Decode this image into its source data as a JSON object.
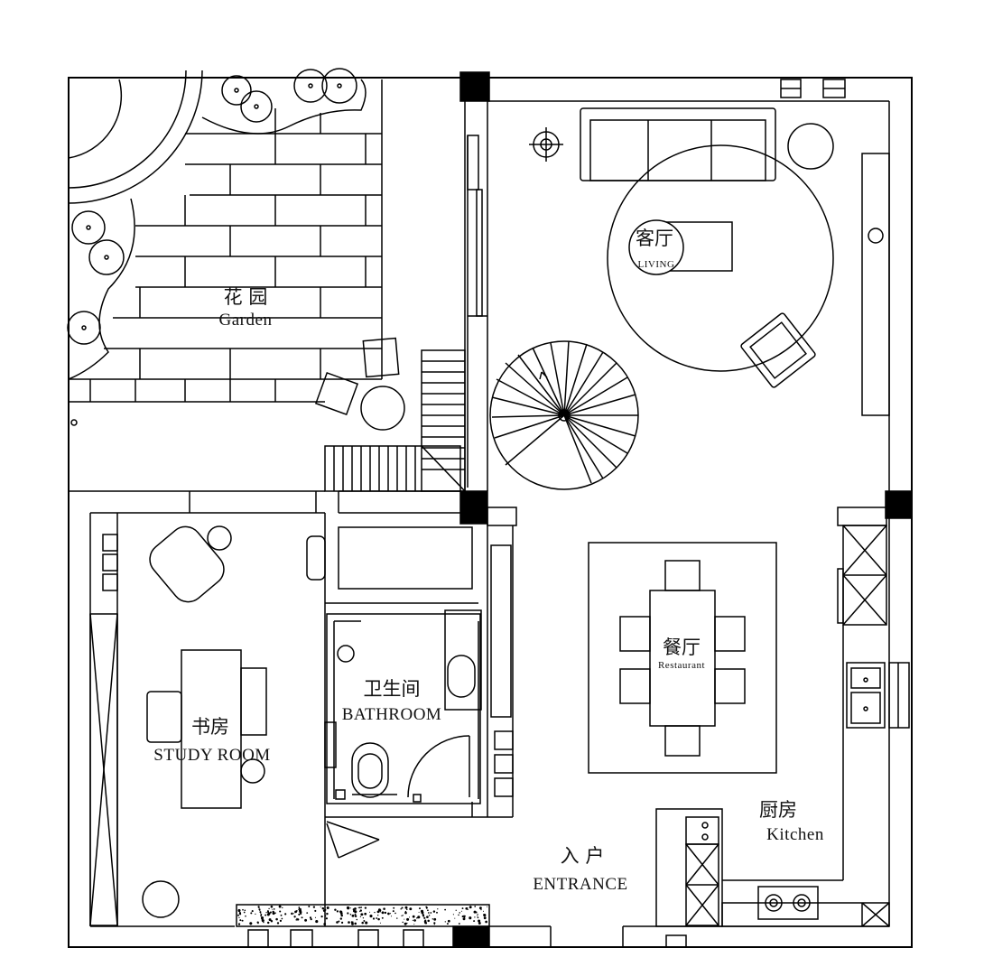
{
  "rooms": {
    "garden": {
      "cn": "花 园",
      "en": "Garden"
    },
    "living": {
      "cn": "客厅",
      "en": "LIVING"
    },
    "dining": {
      "cn": "餐厅",
      "en": "Restaurant"
    },
    "bathroom": {
      "cn": "卫生间",
      "en": "BATHROOM"
    },
    "study": {
      "cn": "书房",
      "en": "STUDY ROOM"
    },
    "kitchen": {
      "cn": "厨房",
      "en": "Kitchen"
    },
    "entrance": {
      "cn": "入 户",
      "en": "ENTRANCE"
    }
  },
  "colors": {
    "line": "#000000",
    "fill": "#ffffff"
  }
}
